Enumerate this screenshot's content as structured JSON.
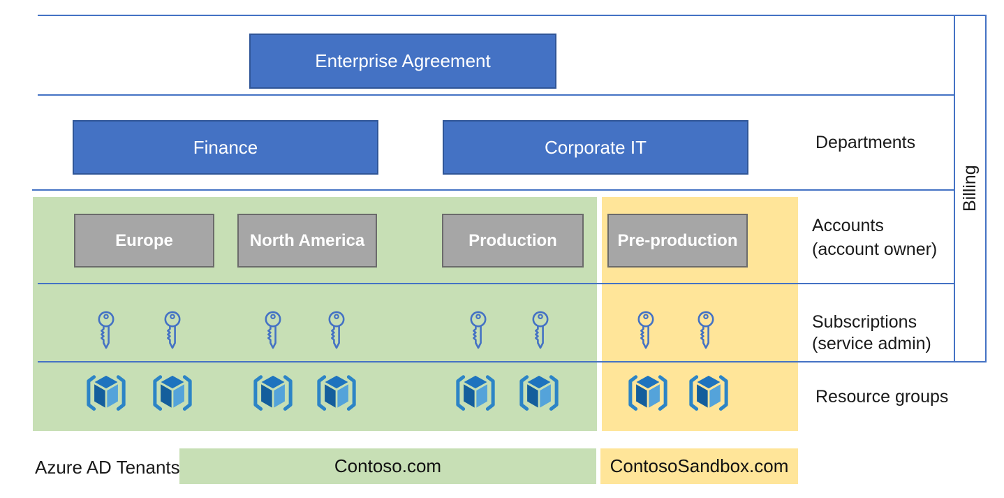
{
  "colors": {
    "blue_fill": "#4472C4",
    "blue_border": "#2F5597",
    "gray_fill": "#A6A6A6",
    "gray_border": "#6B6B6B",
    "green_bg": "#C7DFB5",
    "yellow_bg": "#FFE599",
    "line_blue": "#4472C4",
    "label_text": "#1A1A1A",
    "box_text": "#FFFFFF",
    "key_icon_blue": "#4472C4",
    "cube_top_blue": "#1E73BE",
    "cube_left_blue": "#145E9C",
    "cube_right_blue": "#54A3DA",
    "cube_bracket_blue": "#2C84C6"
  },
  "boxes": {
    "enterprise_agreement": "Enterprise Agreement",
    "finance": "Finance",
    "corporate_it": "Corporate IT",
    "europe": "Europe",
    "north_america": "North America",
    "production": "Production",
    "pre_production": "Pre-production",
    "tenant_green": "Contoso.com",
    "tenant_yellow": "ContosoSandbox.com"
  },
  "row_labels": {
    "departments": "Departments",
    "accounts_line1": "Accounts",
    "accounts_line2": "(account owner)",
    "subscriptions_line1": "Subscriptions",
    "subscriptions_line2": "(service admin)",
    "resource_groups": "Resource groups",
    "tenants": "Azure AD Tenants",
    "billing": "Billing"
  },
  "subscriptions": {
    "icon": "subscription-key-icon",
    "green_key_x": [
      152,
      247,
      391,
      482,
      685,
      774
    ],
    "yellow_key_x": [
      925,
      1011
    ]
  },
  "resource_groups": {
    "icon": "resource-group-icon",
    "green_cube_x": [
      152,
      247,
      391,
      482,
      681,
      772
    ],
    "yellow_cube_x": [
      928,
      1015
    ]
  }
}
